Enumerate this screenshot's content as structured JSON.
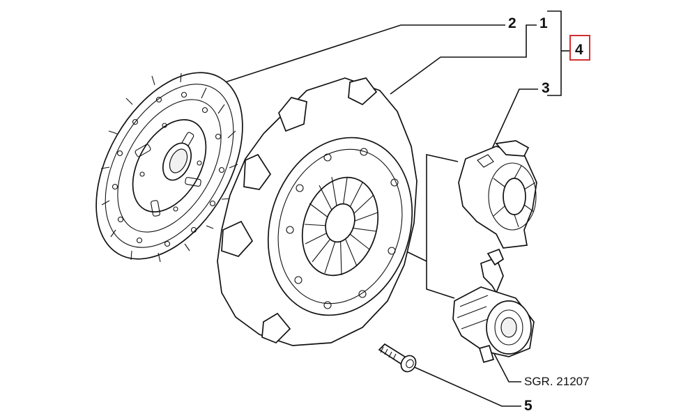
{
  "callouts": {
    "c1": "1",
    "c2": "2",
    "c3": "3",
    "c4": "4",
    "c5": "5"
  },
  "reference": "SGR. 21207",
  "colors": {
    "line": "#111111",
    "highlight_box": "#d32f2f",
    "background": "#ffffff"
  }
}
